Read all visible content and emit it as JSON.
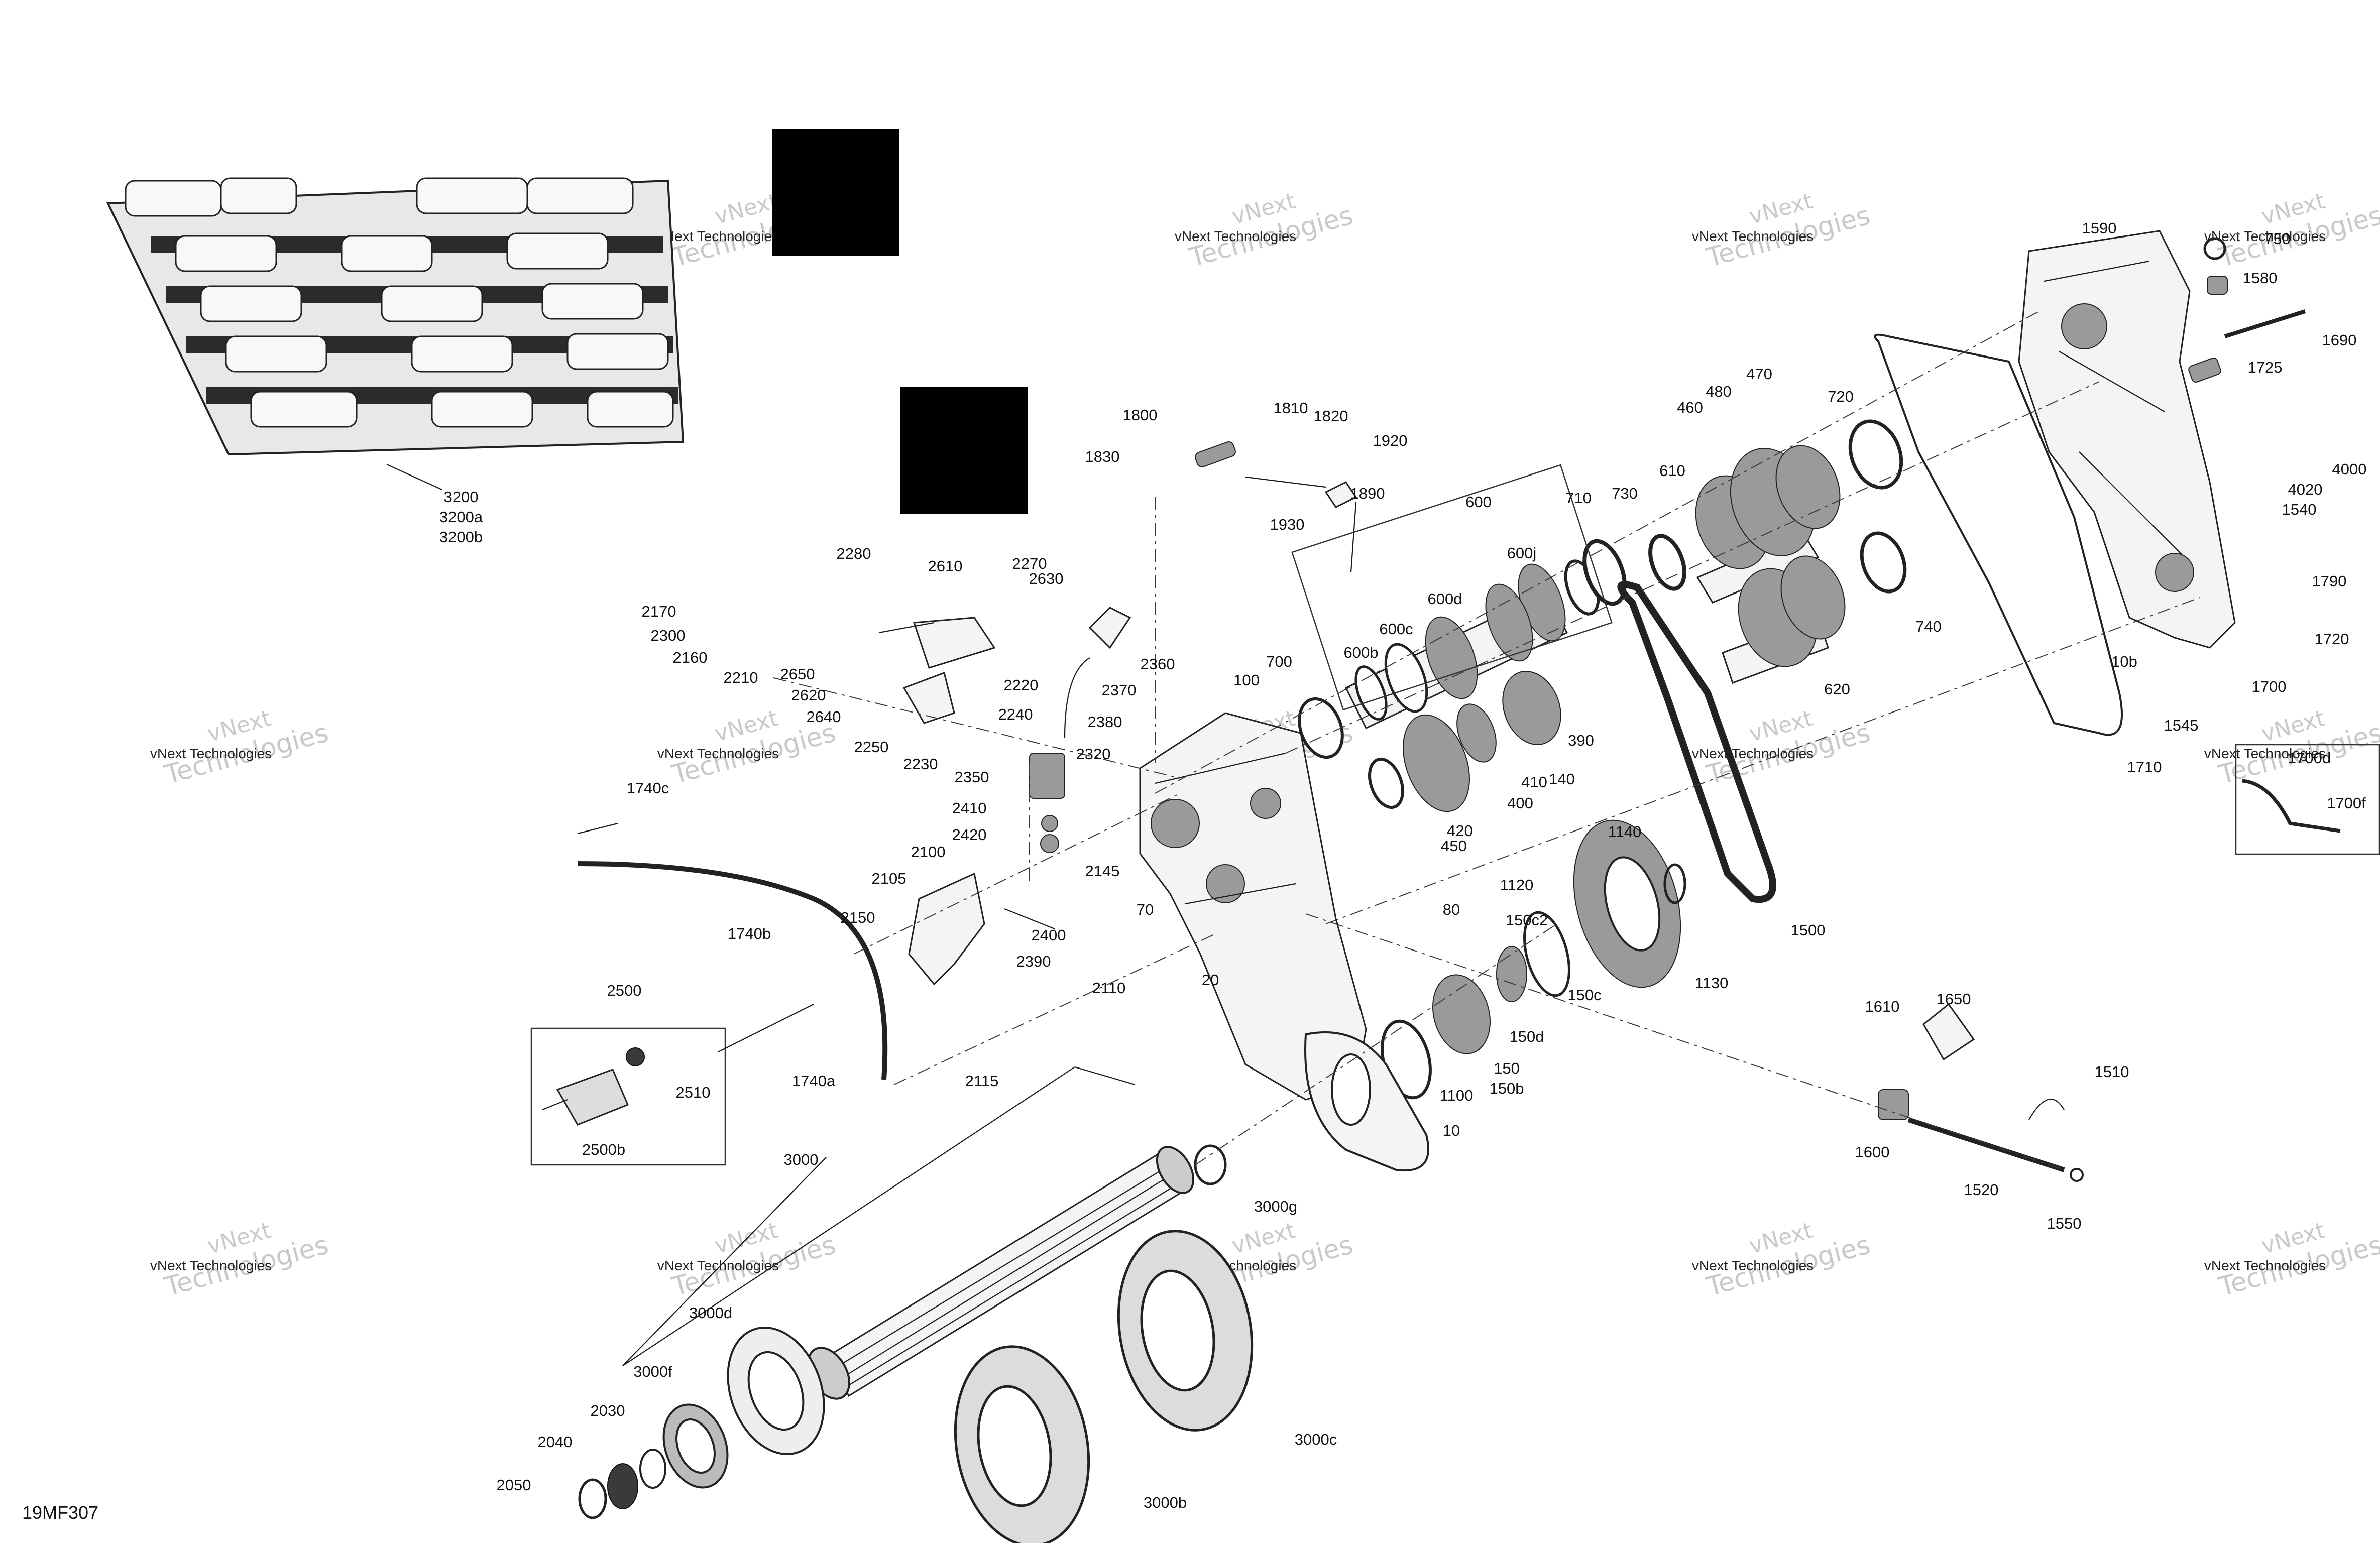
{
  "diagram_code": "19MF307",
  "watermark": {
    "line1": "vNext",
    "line2": "Technologies"
  },
  "callouts": [
    "3200",
    "3200a",
    "3200b",
    "1800",
    "1810",
    "1820",
    "1830",
    "1920",
    "1890",
    "1930",
    "600",
    "600j",
    "600d",
    "600c",
    "600b",
    "700",
    "710",
    "730",
    "610",
    "480",
    "470",
    "460",
    "720",
    "1590",
    "750",
    "1580",
    "1690",
    "1725",
    "4000",
    "4020",
    "1540",
    "1790",
    "1720",
    "10b",
    "1700",
    "1545",
    "1710",
    "1700d",
    "1700f",
    "740",
    "620",
    "390",
    "140",
    "410",
    "400",
    "420",
    "450",
    "100",
    "2280",
    "2610",
    "2270",
    "2630",
    "2170",
    "2300",
    "2160",
    "2210",
    "2650",
    "2620",
    "2640",
    "2220",
    "2240",
    "2250",
    "2230",
    "2360",
    "2370",
    "2380",
    "2350",
    "2320",
    "2410",
    "2420",
    "2145",
    "2100",
    "2105",
    "2150",
    "2390",
    "2400",
    "2110",
    "2115",
    "1740c",
    "1740b",
    "1740a",
    "2500",
    "2510",
    "2500b",
    "70",
    "80",
    "20",
    "1140",
    "1120",
    "150c2",
    "150c",
    "1130",
    "1500",
    "150d",
    "150",
    "150b",
    "1100",
    "10",
    "1610",
    "1650",
    "1510",
    "1600",
    "1520",
    "1550",
    "3000",
    "3000g",
    "3000d",
    "3000f",
    "2030",
    "2040",
    "2050",
    "3000b",
    "3000c"
  ]
}
